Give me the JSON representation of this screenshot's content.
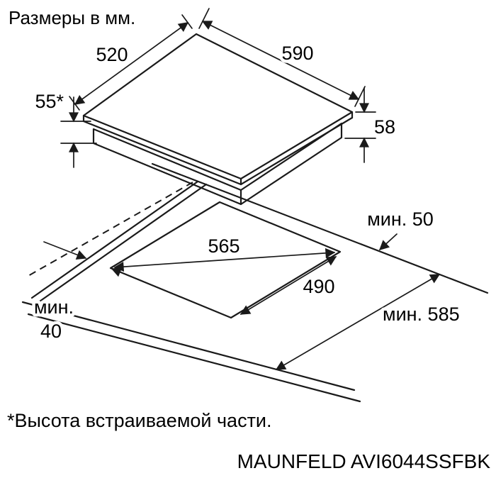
{
  "header": {
    "note": "Размеры в мм."
  },
  "dims": {
    "top_width": "590",
    "top_depth": "520",
    "builtin_height": "55*",
    "total_height": "58",
    "cutout_width": "565",
    "cutout_depth": "490",
    "min_rear": "мин. 50",
    "min_side_line1": "мин.",
    "min_side_line2": "40",
    "min_depth": "мин. 585"
  },
  "footer": {
    "footnote": "*Высота встраиваемой части.",
    "model": "MAUNFELD AVI6044SSFBK"
  }
}
